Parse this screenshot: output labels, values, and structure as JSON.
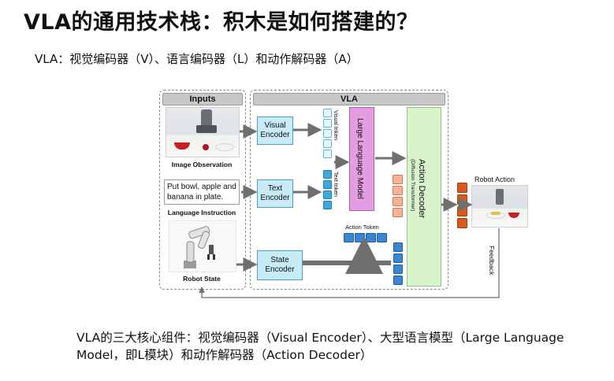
{
  "slide": {
    "title": "VLA的通用技术栈：积木是如何搭建的？",
    "subtitle": "VLA：视觉编码器（V）、语言编码器（L）和动作解码器（A）",
    "caption": "VLA的三大核心组件：视觉编码器（Visual Encoder）、大型语言模型（Large Language Model，即L模块）和动作解码器（Action Decoder）"
  },
  "diagram": {
    "inputs_header": "Inputs",
    "vla_header": "VLA",
    "image_observation": "Image Observation",
    "instruction_text": "Put bowl, apple and banana in plate.",
    "language_instruction": "Language Instruction",
    "robot_state": "Robot State",
    "visual_encoder": "Visual Encoder",
    "text_encoder": "Text Encoder",
    "state_encoder": "State Encoder",
    "visual_token": "Visual token",
    "text_token": "Text token",
    "action_token": "Action Token",
    "llm": "Large Language Model",
    "action_decoder": "Action Decoder",
    "action_decoder_sub": "(Diffusion Transformer)",
    "robot_action": "Robot Action",
    "feedback": "Feedback"
  },
  "colors": {
    "encoder_fill": "#c7ebf7",
    "llm_fill": "#e49de0",
    "decoder_fill": "#d9f3cc",
    "action_out": "#d45a1e",
    "arrow": "#6f6f6f"
  }
}
